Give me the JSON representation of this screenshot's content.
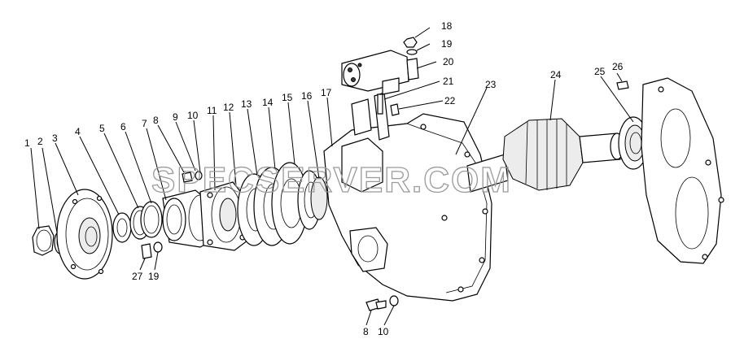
{
  "watermark": "SPECSERVER.COM",
  "labels": {
    "l1": "1",
    "l2": "2",
    "l3": "3",
    "l4": "4",
    "l5": "5",
    "l6": "6",
    "l7": "7",
    "l8a": "8",
    "l9": "9",
    "l10a": "10",
    "l11": "11",
    "l12": "12",
    "l13": "13",
    "l14": "14",
    "l15": "15",
    "l16": "16",
    "l17": "17",
    "l18": "18",
    "l19a": "19",
    "l20": "20",
    "l21": "21",
    "l22": "22",
    "l23": "23",
    "l24": "24",
    "l25": "25",
    "l26": "26",
    "l27": "27",
    "l19b": "19",
    "l8b": "8",
    "l10b": "10"
  }
}
